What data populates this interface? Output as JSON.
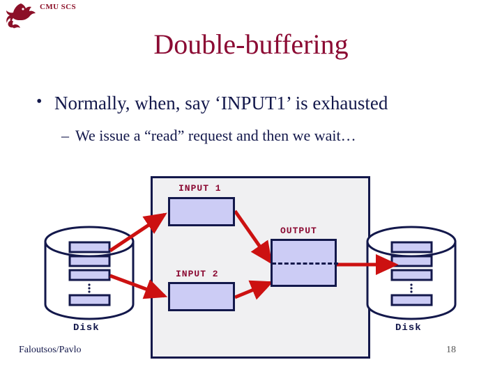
{
  "header": {
    "org_label": "CMU SCS",
    "logo_icon": "cmu-scottie-dog-logo",
    "brand_color": "#8c1028"
  },
  "title": "Double-buffering",
  "title_color": "#8b0a33",
  "bullets": [
    {
      "marker": "•",
      "text": "Normally, when, say ‘INPUT1’ is exhausted"
    },
    {
      "marker": "–",
      "text": "We issue a “read” request and then we wait…"
    }
  ],
  "diagram": {
    "memory_label": "",
    "buffers": [
      {
        "name": "input1",
        "label": "INPUT 1"
      },
      {
        "name": "input2",
        "label": "INPUT 2"
      },
      {
        "name": "output",
        "label": "OUTPUT"
      }
    ],
    "disks": [
      {
        "name": "disk-left",
        "label": "Disk",
        "ellipsis": "⋮"
      },
      {
        "name": "disk-right",
        "label": "Disk",
        "ellipsis": "⋮"
      }
    ],
    "arrow_color": "#cc1111",
    "box_fill": "#ccccf5",
    "box_stroke": "#13184b",
    "container_fill": "#f0f0f2",
    "arrows": [
      {
        "from": "disk-left",
        "to": "input1"
      },
      {
        "from": "disk-left",
        "to": "input2"
      },
      {
        "from": "input1",
        "to": "output"
      },
      {
        "from": "input2",
        "to": "output"
      },
      {
        "from": "output",
        "to": "disk-right"
      }
    ]
  },
  "footer": {
    "author": "Faloutsos/Pavlo",
    "page_number": "18"
  }
}
